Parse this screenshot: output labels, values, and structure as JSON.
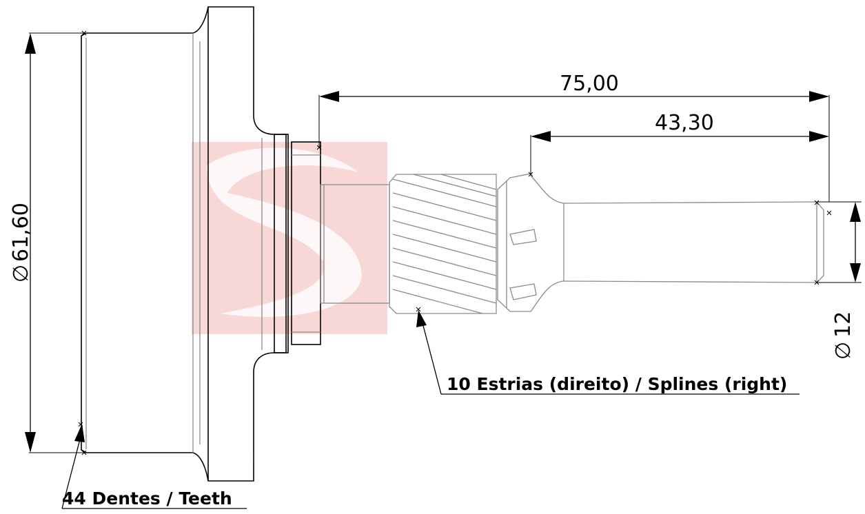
{
  "drawing": {
    "dimensions": {
      "diameter_large": "61,60",
      "overall_length": "75,00",
      "shaft_length": "43,30",
      "diameter_small": "12",
      "diameter_symbol": "∅"
    },
    "notes": {
      "teeth": "44 Dentes / Teeth",
      "splines": "10 Estrias (direito) / Splines (right)"
    },
    "colors": {
      "line": "#000000",
      "part_outline": "#8a8a8a",
      "watermark": "#f6c9c9"
    },
    "icons": {
      "watermark": "logo-watermark-icon"
    }
  }
}
